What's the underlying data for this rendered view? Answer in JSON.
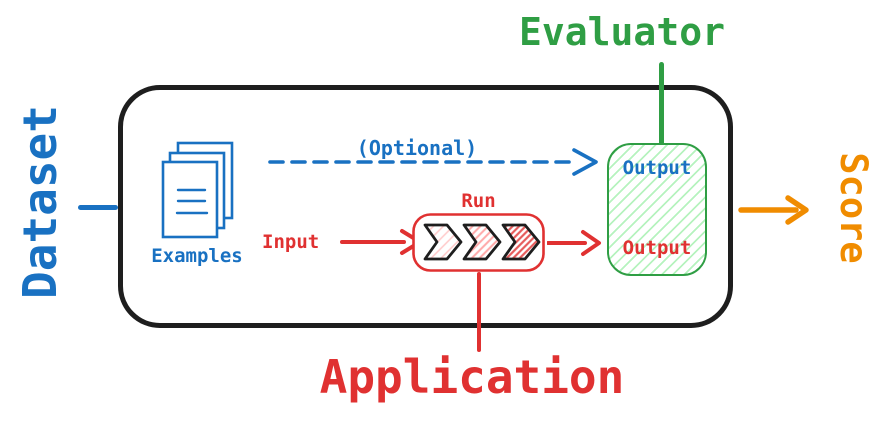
{
  "labels": {
    "dataset": "Dataset",
    "evaluator": "Evaluator",
    "score": "Score",
    "application": "Application",
    "examples": "Examples",
    "optional": "(Optional)",
    "input": "Input",
    "run": "Run",
    "evaluator_output_top": "Output",
    "evaluator_output_bottom": "Output"
  },
  "colors": {
    "dataset_blue": "#1971c2",
    "evaluator_green": "#2f9e44",
    "application_red": "#e03131",
    "score_orange": "#f08c00",
    "container_black": "#1e1e1e",
    "evaluator_hatch_green": "#b2f2bb",
    "chevron_hatch_light": "#ffc9c9",
    "chevron_hatch_medium": "#ffa8a8",
    "chevron_hatch_dense": "#e03131"
  }
}
